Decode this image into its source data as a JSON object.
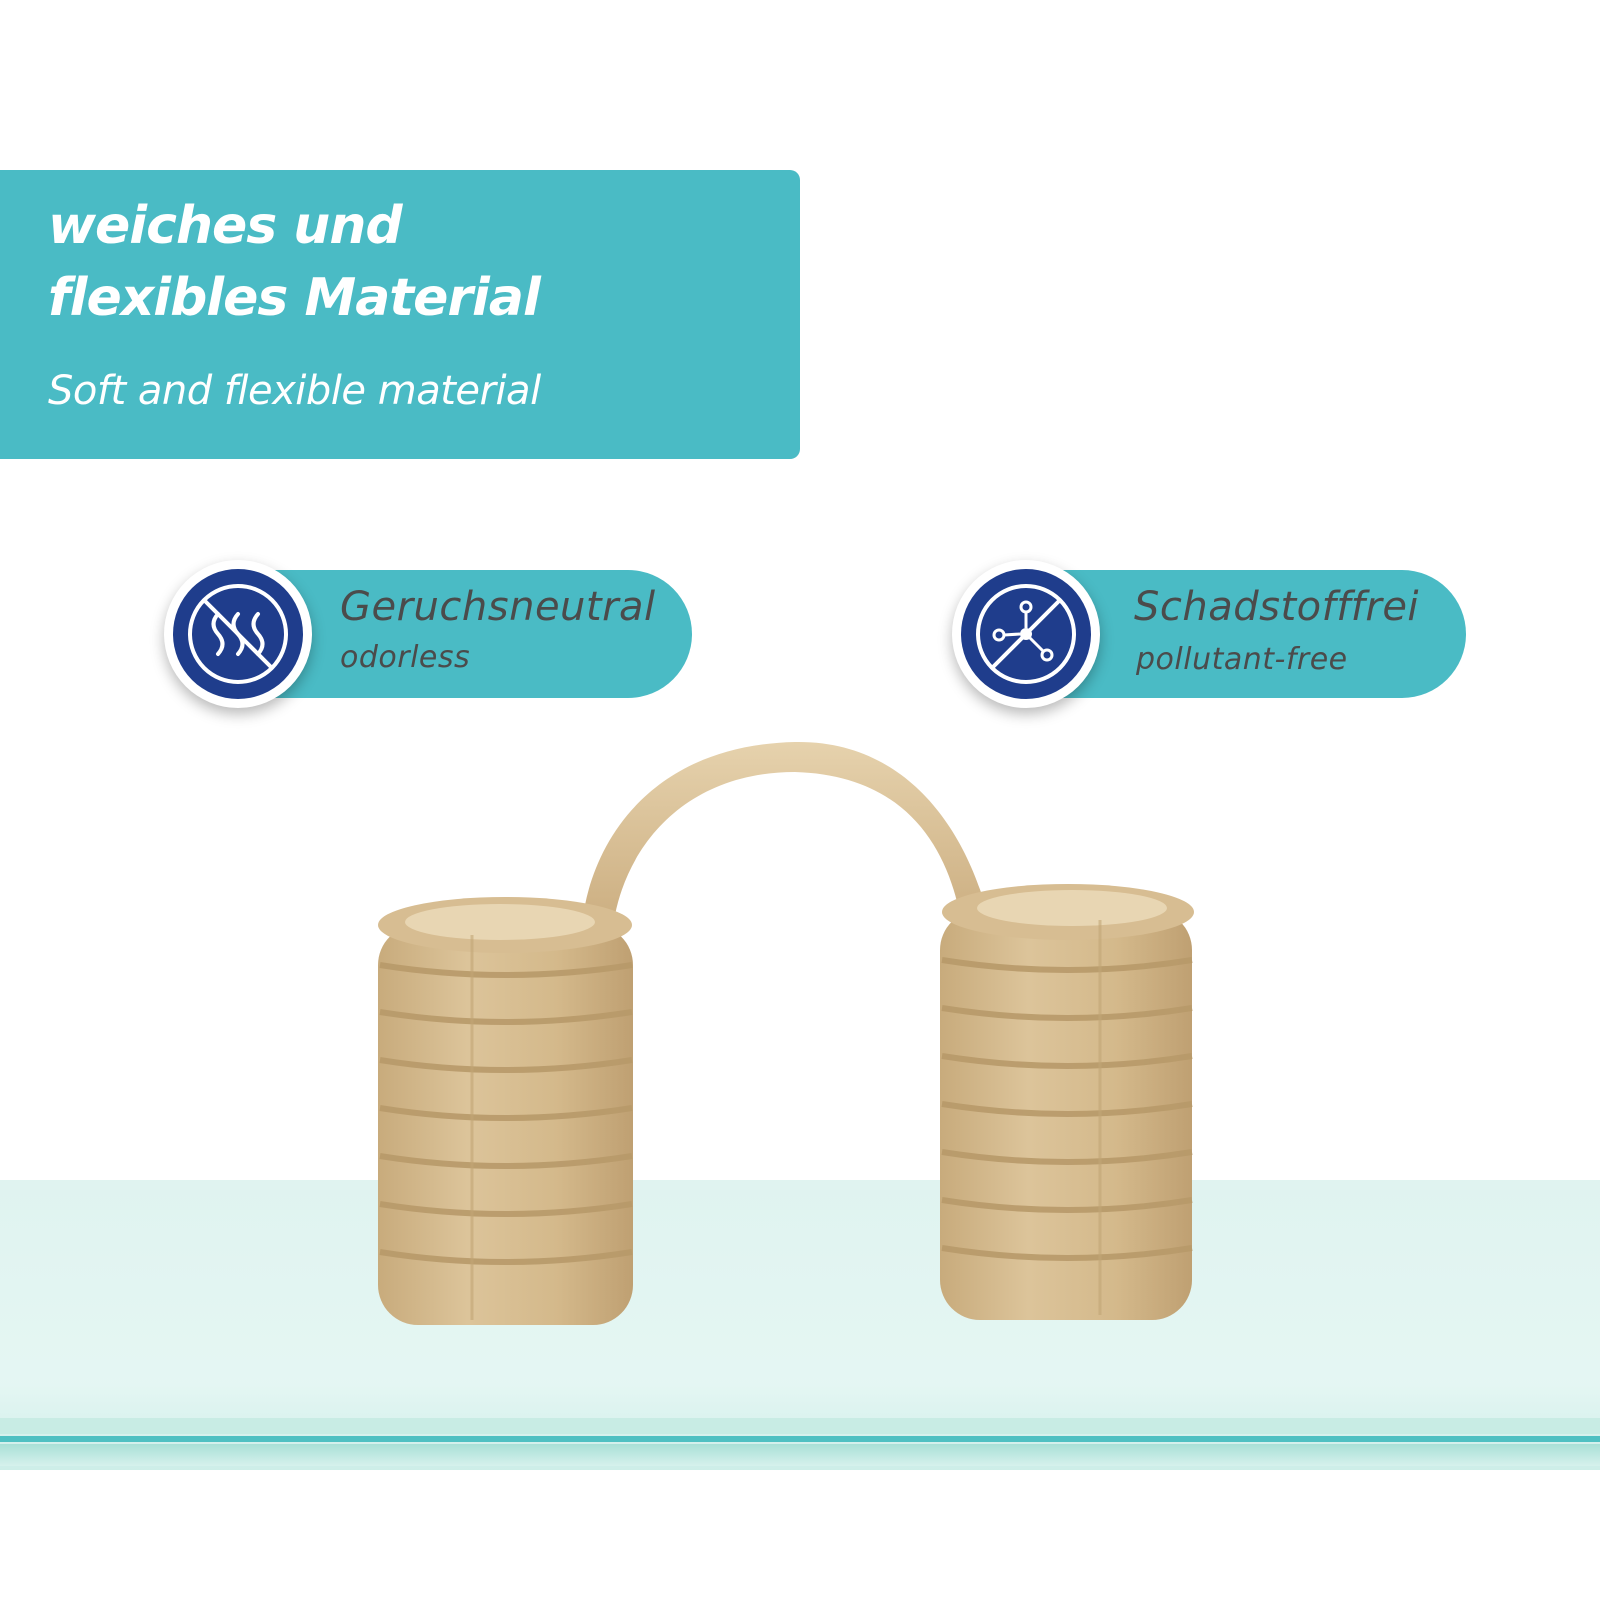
{
  "headline": {
    "line1": "weiches und",
    "line2": "flexibles Material",
    "subtitle": "Soft and flexible material"
  },
  "badges": [
    {
      "title": "Geruchsneutral",
      "subtitle": "odorless",
      "icon": "no-odor-icon"
    },
    {
      "title": "Schadstofffrei",
      "subtitle": "pollutant-free",
      "icon": "no-chemical-icon"
    }
  ],
  "colors": {
    "accent_teal": "#4abbc5",
    "icon_navy": "#1f3d8c",
    "product_beige": "#d9bf94",
    "text_gray": "#4b4b4b"
  }
}
